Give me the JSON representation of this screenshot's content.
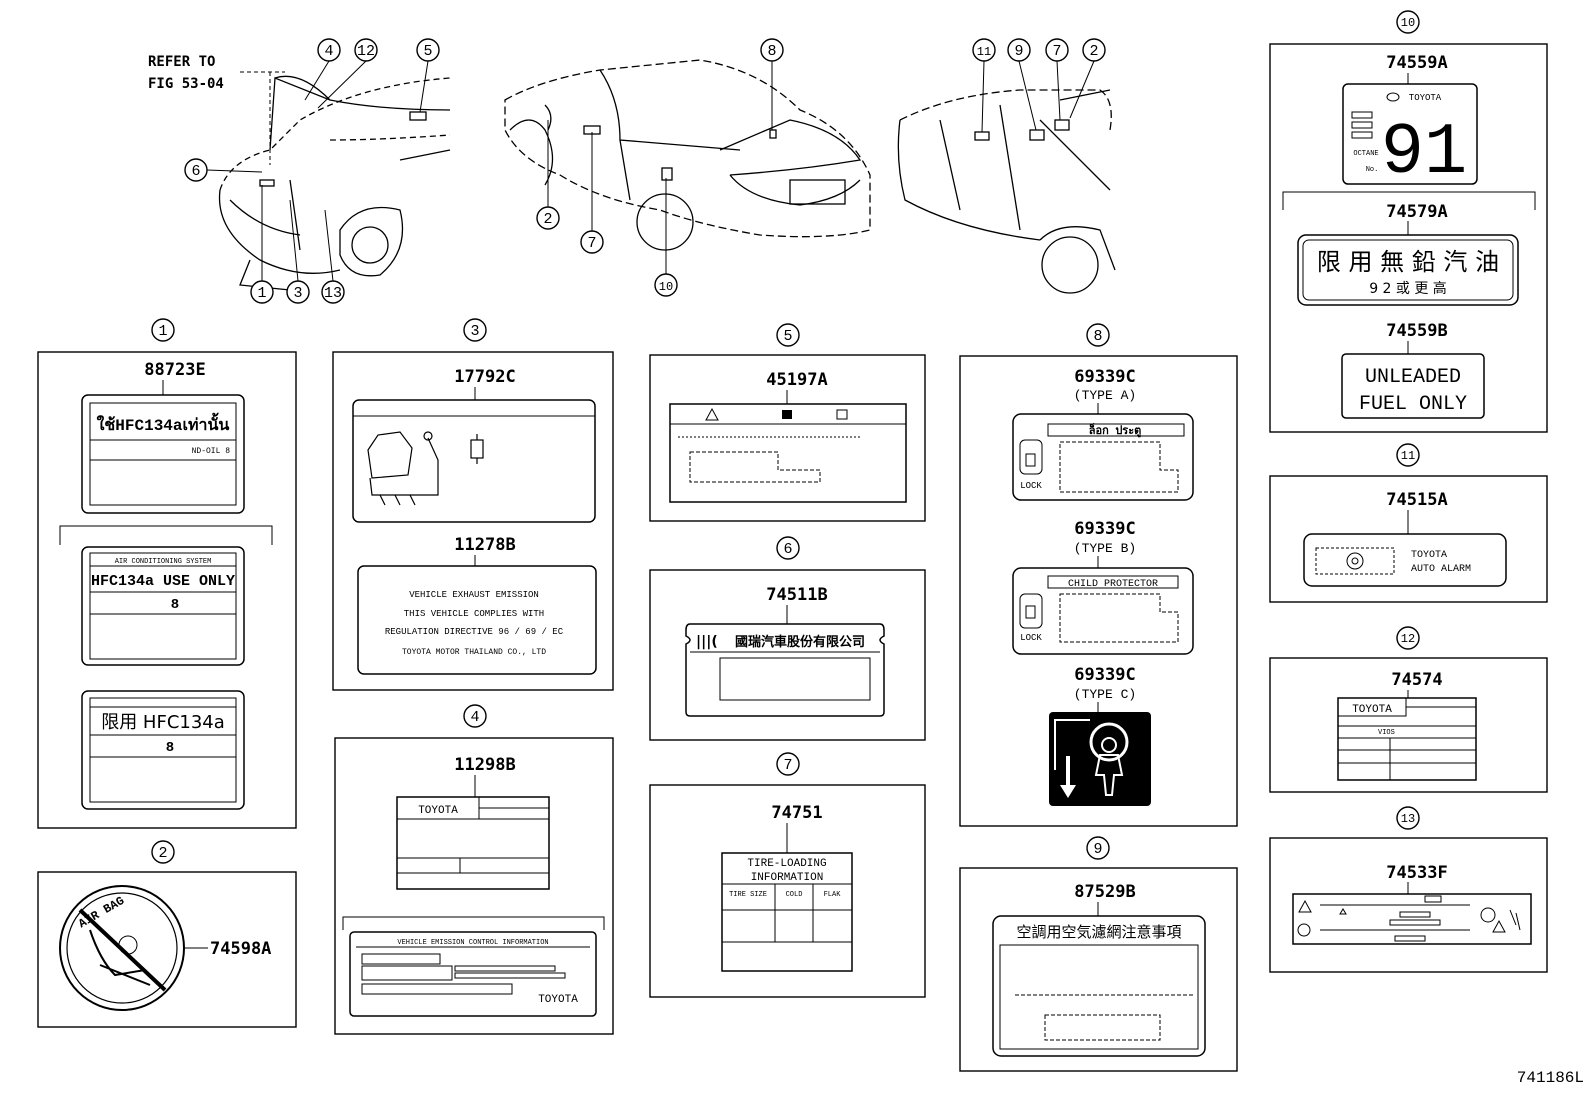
{
  "header": {
    "refer_line1": "REFER TO",
    "refer_line2": "FIG 53-04"
  },
  "callouts": [
    "1",
    "2",
    "3",
    "4",
    "5",
    "6",
    "7",
    "8",
    "9",
    "10",
    "11",
    "12",
    "13"
  ],
  "panels": {
    "p1": {
      "num": "1",
      "part": "88723E",
      "l1": "ใช้HFC134aเท่านั้น",
      "l1b": "ND-OIL 8",
      "l2a": "AIR CONDITIONING SYSTEM",
      "l2": "HFC134a USE ONLY",
      "l2b": "8",
      "l3": "限用 HFC134a",
      "l3b": "8"
    },
    "p2": {
      "num": "2",
      "part": "74598A",
      "txt": "AIR BAG"
    },
    "p3": {
      "num": "3",
      "part1": "17792C",
      "part2": "11278B",
      "e1": "VEHICLE  EXHAUST  EMISSION",
      "e2": "THIS  VEHICLE  COMPLIES  WITH",
      "e3": "REGULATION  DIRECTIVE  96 / 69 / EC",
      "e4": "TOYOTA MOTOR THAILAND CO., LTD"
    },
    "p4": {
      "num": "4",
      "part": "11298B",
      "toyota": "TOYOTA",
      "vec": "VEHICLE  EMISSION  CONTROL  INFORMATION",
      "toyota2": "TOYOTA"
    },
    "p5": {
      "num": "5",
      "part": "45197A"
    },
    "p6": {
      "num": "6",
      "part": "74511B",
      "txt": "國瑞汽車股份有限公司"
    },
    "p7": {
      "num": "7",
      "part": "74751",
      "t1": "TIRE-LOADING",
      "t2": "INFORMATION",
      "c1": "TIRE SIZE",
      "c2": "COLD",
      "c3": "FLAK"
    },
    "p8": {
      "num": "8",
      "a_part": "69339C",
      "a_type": "(TYPE A)",
      "a_txt": "ล็อก ประตู",
      "lock": "LOCK",
      "b_part": "69339C",
      "b_type": "(TYPE B)",
      "b_txt": "CHILD PROTECTOR",
      "c_part": "69339C",
      "c_type": "(TYPE C)"
    },
    "p9": {
      "num": "9",
      "part": "87529B",
      "txt": "空調用空気濾網注意事項"
    },
    "p10": {
      "num": "10",
      "part1": "74559A",
      "toyota": "TOYOTA",
      "octane": "OCTANE",
      "no": "No.",
      "big": "91",
      "part2": "74579A",
      "cn1": "限 用 無 鉛 汽 油",
      "cn2": "9 2 或 更 高",
      "part3": "74559B",
      "u1": "UNLEADED",
      "u2": "FUEL  ONLY"
    },
    "p11": {
      "num": "11",
      "part": "74515A",
      "t1": "TOYOTA",
      "t2": "AUTO  ALARM"
    },
    "p12": {
      "num": "12",
      "part": "74574",
      "toyota": "TOYOTA",
      "vios": "VIOS"
    },
    "p13": {
      "num": "13",
      "part": "74533F"
    }
  },
  "footer": {
    "code": "741186L"
  }
}
